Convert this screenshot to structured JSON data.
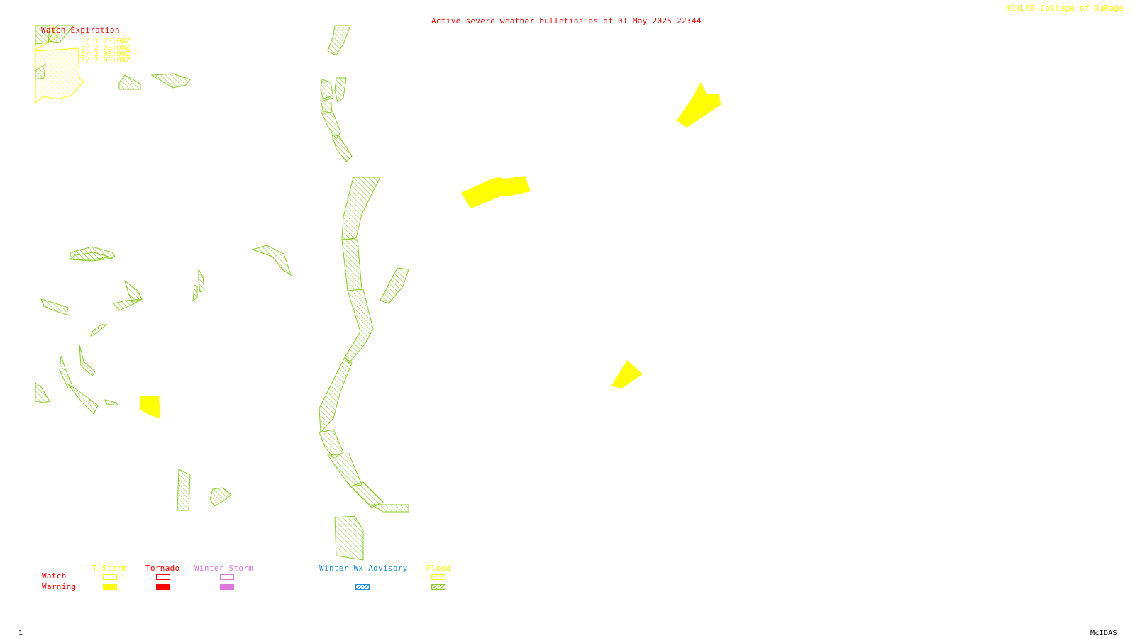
{
  "header": {
    "title": "Active severe weather bulletins as of 01 May 2025 22:44",
    "credit": "NEXLAB-College of DuPage"
  },
  "watch_expiration": {
    "title": "Watch Expiration",
    "times": [
      "5/ 1 23:00Z",
      "5/ 2 02:00Z",
      "5/ 2 03:00Z",
      "5/ 2 03:00Z"
    ]
  },
  "legend": {
    "columns": [
      "T-Storm",
      "Tornado",
      "Winter Storm",
      "Winter Wx Advisory",
      "Flood"
    ],
    "rows": [
      "Watch",
      "Warning"
    ],
    "colors": {
      "tstorm": "#ffff00",
      "tornado": "#ff0000",
      "winter_storm": "#dd77dd",
      "winter_wx_advisory": "#1f8fe0",
      "flood": "#88cc22"
    }
  },
  "footer": {
    "frame": "1",
    "software": "McIDAS"
  }
}
